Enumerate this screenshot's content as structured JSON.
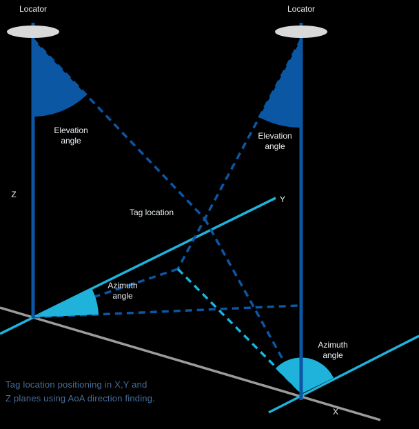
{
  "labels": {
    "locator_left": "Locator",
    "locator_right": "Locator",
    "elevation_left_line1": "Elevation",
    "elevation_left_line2": "angle",
    "elevation_right_line1": "Elevation",
    "elevation_right_line2": "angle",
    "azimuth_left_line1": "Azimuth",
    "azimuth_left_line2": "angle",
    "azimuth_right_line1": "Azimuth",
    "azimuth_right_line2": "angle",
    "tag_location": "Tag location",
    "z_axis": "Z",
    "y_axis": "Y",
    "x_axis": "X",
    "caption_line1": "Tag location positioning in X,Y and",
    "caption_line2": "Z planes using AoA direction finding."
  },
  "colors": {
    "background": "#000000",
    "locator_blue": "#0b57a4",
    "accent_cyan": "#1fb3dc",
    "ground_gray": "#9b9b9b",
    "ellipse_gray": "#d9d9d9",
    "label_text": "#e9eef2",
    "caption_text": "#476f9c"
  }
}
